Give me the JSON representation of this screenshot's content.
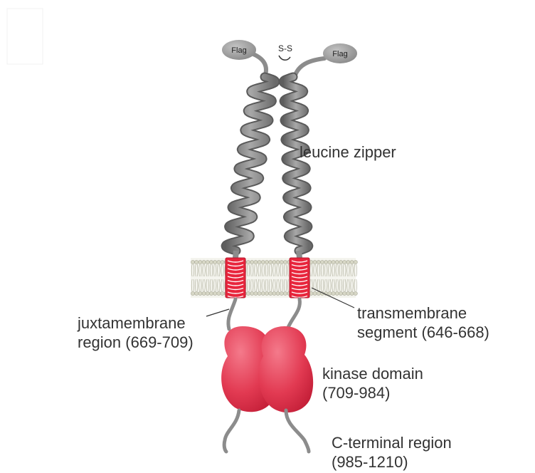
{
  "labels": {
    "flag_left": "Flag",
    "flag_right": "Flag",
    "disulfide": "S-S",
    "leucine_zipper": "leucine zipper",
    "juxtamembrane_line1": "juxtamembrane",
    "juxtamembrane_line2": "region (669-709)",
    "transmembrane_line1": "transmembrane",
    "transmembrane_line2": "segment (646-668)",
    "kinase_line1": "kinase domain",
    "kinase_line2": "(709-984)",
    "cterm_line1": "C-terminal region",
    "cterm_line2": "(985-1210)"
  },
  "colors": {
    "helix": "#8c8c8c",
    "helix_dark": "#5e5e5e",
    "flag": "#9a9a9a",
    "membrane": "#c9c9b8",
    "transmembrane": "#e8263d",
    "kinase": "#e23a52",
    "kinase_light": "#f47a8b",
    "text": "#333333"
  },
  "icons": {
    "membrane": "lipid-bilayer-icon",
    "helix": "coiled-coil-icon"
  }
}
